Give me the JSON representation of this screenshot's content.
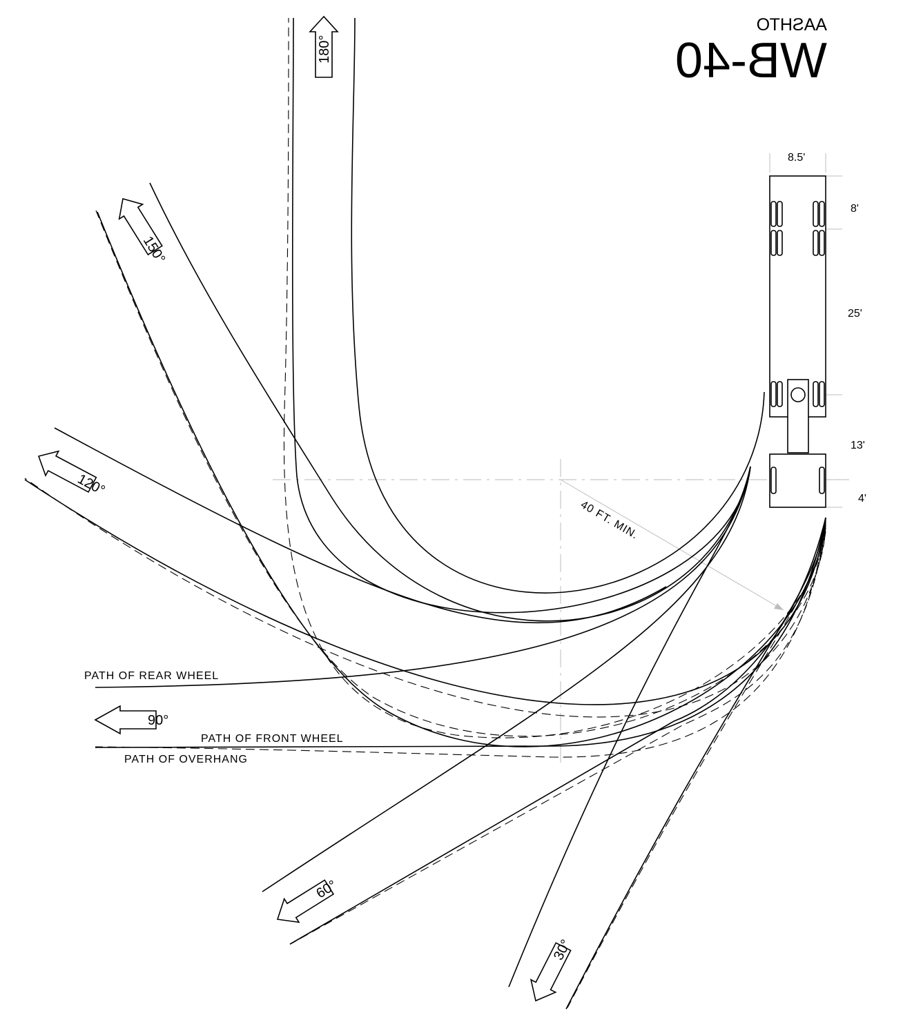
{
  "header": {
    "subtitle": "AASHTO",
    "title": "WB-40"
  },
  "vehicle": {
    "width_label": "8.5'",
    "segment_labels": [
      "8'",
      "25'",
      "13'",
      "4'"
    ]
  },
  "radius_label": "40 FT. MIN.",
  "path_labels": {
    "rear_wheel": "PATH OF REAR WHEEL",
    "front_wheel": "PATH OF FRONT WHEEL",
    "overhang": "PATH OF OVERHANG"
  },
  "turn_angles": [
    "180°",
    "150°",
    "120°",
    "90°",
    "60°",
    "30°"
  ]
}
